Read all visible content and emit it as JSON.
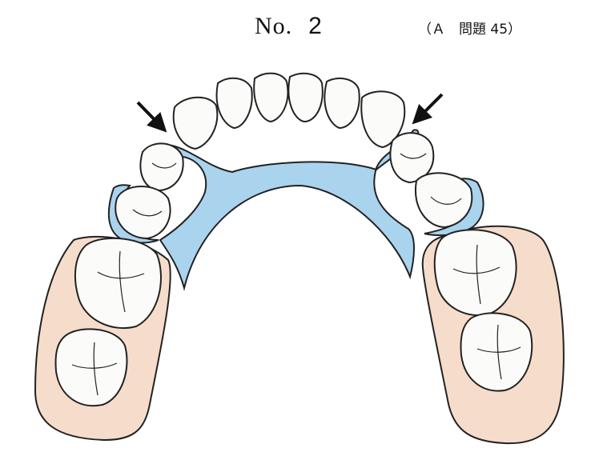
{
  "header": {
    "label_no": "No.",
    "number": "2",
    "reference": "（Ａ　問題 45）"
  },
  "colors": {
    "tooth_fill": "#fbfbfa",
    "saddle_fill": "#f6dccb",
    "framework_fill": "#aad3ee",
    "outline": "#222222"
  }
}
